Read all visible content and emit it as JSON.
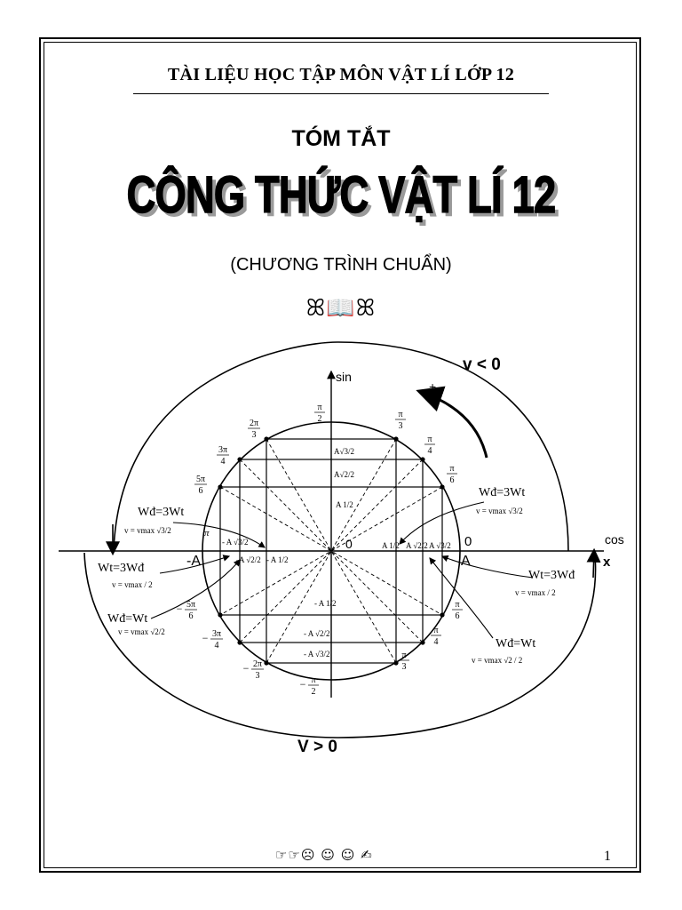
{
  "header": {
    "title": "TÀI LIỆU HỌC TẬP MÔN VẬT LÍ LỚP 12"
  },
  "cover": {
    "subtitle": "TÓM TẮT",
    "title": "CÔNG THỨC VẬT LÍ 12",
    "program": "(CHƯƠNG TRÌNH CHUẨN)",
    "ornament": "ꕤ📖ꕤ"
  },
  "diagram": {
    "axis_sin": "sin",
    "axis_cos": "cos",
    "axis_x": "x",
    "v_negative": "v < 0",
    "v_positive": "V > 0",
    "plus_sign": "+",
    "left_A": "-A",
    "right_A": "A",
    "zero_left": "0",
    "zero_right": "0",
    "pi": "π",
    "angles_top": {
      "pi_2": {
        "num": "π",
        "den": "2"
      },
      "pi_3": {
        "num": "π",
        "den": "3"
      },
      "pi_4": {
        "num": "π",
        "den": "4"
      },
      "pi_6": {
        "num": "π",
        "den": "6"
      },
      "two_pi_3": {
        "num": "2π",
        "den": "3"
      },
      "three_pi_4": {
        "num": "3π",
        "den": "4"
      },
      "five_pi_6": {
        "num": "5π",
        "den": "6"
      }
    },
    "angles_bottom": {
      "m_pi_2": {
        "num": "π",
        "den": "2"
      },
      "m_pi_3": {
        "num": "π",
        "den": "3"
      },
      "m_pi_4": {
        "num": "π",
        "den": "4"
      },
      "m_pi_6": {
        "num": "π",
        "den": "6"
      },
      "m_two_pi_3": {
        "num": "2π",
        "den": "3"
      },
      "m_three_pi_4": {
        "num": "3π",
        "den": "4"
      },
      "m_five_pi_6": {
        "num": "5π",
        "den": "6"
      }
    },
    "y_marks": {
      "a_r3_2": "A√3/2",
      "a_r2_2": "A√2/2",
      "a_half": "A 1/2",
      "m_a_half": "- A 1/2",
      "m_a_r2_2": "- A √2/2",
      "m_a_r3_2": "- A √3/2"
    },
    "x_marks": {
      "a_half": "A 1/2",
      "a_r2_2": "A √2/2",
      "a_r3_2": "A √3/2",
      "m_a_r3_2": "- A √3/2",
      "m_a_r2_2": "-A √2/2",
      "m_a_half": "- A 1/2"
    },
    "energy_labels": {
      "upper_right": {
        "eq": "Wđ=3Wt",
        "v": "v = vmax √3/2"
      },
      "upper_left": {
        "eq": "Wđ=3Wt",
        "v": "v = vmax √3/2"
      },
      "mid_left": {
        "eq": "Wt=3Wđ",
        "v": "v = vmax / 2"
      },
      "lower_left": {
        "eq": "Wđ=Wt",
        "v": "v = vmax √2/2"
      },
      "mid_right": {
        "eq": "Wt=3Wđ",
        "v": "v = vmax / 2"
      },
      "lower_right": {
        "eq": "Wđ=Wt",
        "v": "v = vmax √2 / 2"
      }
    }
  },
  "footer": {
    "icons": "☞☞☹ ☺ ☺ ✍",
    "page_number": "1"
  }
}
